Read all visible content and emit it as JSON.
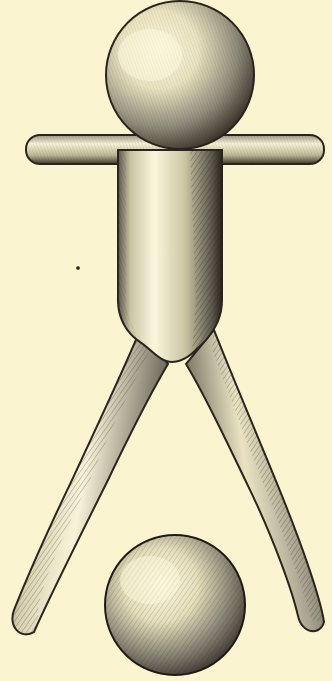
{
  "colors": {
    "paper": "#faf5d0",
    "ink": "#2a241c",
    "shadow": "#6b6558",
    "highlight": "#fbf7dc"
  },
  "figure": {
    "parts": [
      "head-sphere",
      "arms-crossbar",
      "torso",
      "left-leg",
      "right-leg",
      "lower-sphere"
    ]
  }
}
